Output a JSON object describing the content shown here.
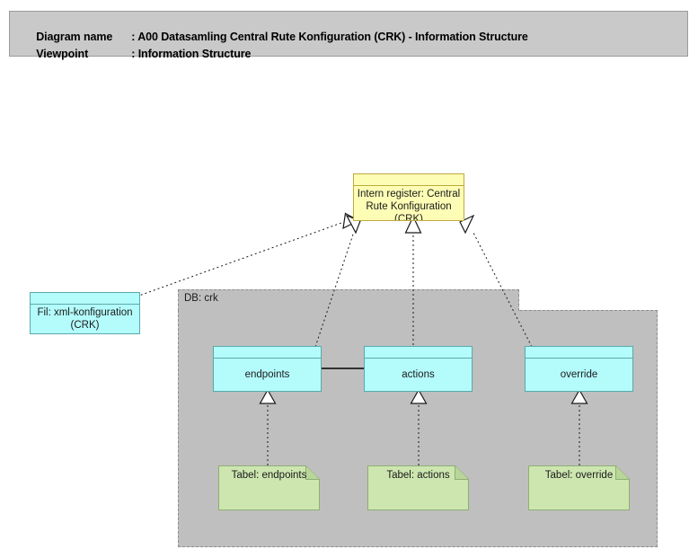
{
  "header": {
    "name_label": "Diagram name",
    "name_sep": ": ",
    "name_value": "A00 Datasamling Central Rute Konfiguration (CRK) - Information Structure",
    "viewpoint_label": "Viewpoint",
    "viewpoint_sep": ": ",
    "viewpoint_value": "Information Structure"
  },
  "nodes": {
    "intern_register": {
      "label": "Intern register: Central Rute Konfiguration (CRK)",
      "type": "data-object",
      "fill": "#fdfdb6",
      "stroke": "#c0a93c"
    },
    "file_xml": {
      "label": "Fil: xml-konfiguration (CRK)",
      "type": "artifact",
      "fill": "#b4fcfc",
      "stroke": "#5aa9a9"
    },
    "db_container": {
      "label": "DB: crk",
      "type": "grouping",
      "fill": "#bfbfbf",
      "stroke": "#8d8d8d"
    },
    "endpoints": {
      "label": "endpoints",
      "type": "data-object",
      "fill": "#b4fcfc",
      "stroke": "#5aa9a9"
    },
    "actions": {
      "label": "actions",
      "type": "data-object",
      "fill": "#b4fcfc",
      "stroke": "#5aa9a9"
    },
    "override": {
      "label": "override",
      "type": "data-object",
      "fill": "#b4fcfc",
      "stroke": "#5aa9a9"
    },
    "tabel_endpoints": {
      "label": "Tabel: endpoints",
      "type": "artifact-note",
      "fill": "#cde6b0",
      "stroke": "#8fae72"
    },
    "tabel_actions": {
      "label": "Tabel: actions",
      "type": "artifact-note",
      "fill": "#cde6b0",
      "stroke": "#8fae72"
    },
    "tabel_override": {
      "label": "Tabel: override",
      "type": "artifact-note",
      "fill": "#cde6b0",
      "stroke": "#8fae72"
    }
  },
  "relationships": [
    {
      "from": "file_xml",
      "to": "intern_register",
      "kind": "realization",
      "style": "dotted-hollow-triangle"
    },
    {
      "from": "endpoints",
      "to": "intern_register",
      "kind": "realization",
      "style": "dotted-hollow-triangle"
    },
    {
      "from": "actions",
      "to": "intern_register",
      "kind": "realization",
      "style": "dotted-hollow-triangle"
    },
    {
      "from": "override",
      "to": "intern_register",
      "kind": "realization",
      "style": "dotted-hollow-triangle"
    },
    {
      "from": "tabel_endpoints",
      "to": "endpoints",
      "kind": "realization",
      "style": "dotted-hollow-triangle"
    },
    {
      "from": "tabel_actions",
      "to": "actions",
      "kind": "realization",
      "style": "dotted-hollow-triangle"
    },
    {
      "from": "tabel_override",
      "to": "override",
      "kind": "realization",
      "style": "dotted-hollow-triangle"
    },
    {
      "from": "endpoints",
      "to": "actions",
      "kind": "association",
      "style": "solid-line"
    }
  ],
  "palette": {
    "page_background": "#ffffff",
    "header_fill": "#c9c9c9",
    "header_stroke": "#9a9a9a",
    "line_color": "#1a1a1a"
  }
}
